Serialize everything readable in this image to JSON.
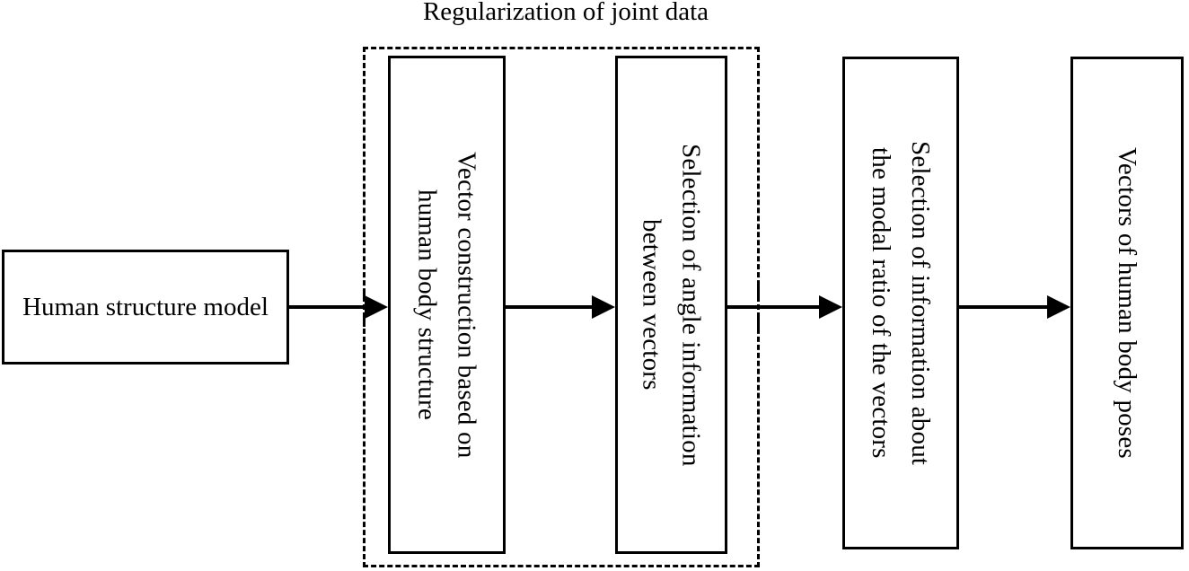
{
  "diagram": {
    "title": "",
    "group": {
      "label": "Regularization of joint data",
      "border_style": "dashed",
      "color": "#000000"
    },
    "colors": {
      "stroke": "#000000",
      "background": "#ffffff"
    },
    "nodes": [
      {
        "id": "human-structure-model",
        "label": "Human structure\nmodel",
        "orientation": "horizontal",
        "in_group": false
      },
      {
        "id": "vector-construction",
        "label": "Vector construction based on\nhuman body structure",
        "orientation": "vertical",
        "in_group": true
      },
      {
        "id": "angle-selection",
        "label": "Selection of angle  information\nbetween vectors",
        "orientation": "vertical",
        "in_group": true
      },
      {
        "id": "modal-ratio-selection",
        "label": "Selection of information about\nthe modal ratio of the vectors",
        "orientation": "vertical",
        "in_group": false
      },
      {
        "id": "output-vectors",
        "label": "Vectors of human body poses",
        "orientation": "vertical",
        "in_group": false
      }
    ],
    "edges": [
      {
        "id": "edge-1",
        "from": "human-structure-model",
        "to": "vector-construction",
        "style": "solid-arrow"
      },
      {
        "id": "edge-2",
        "from": "vector-construction",
        "to": "angle-selection",
        "style": "solid-arrow"
      },
      {
        "id": "edge-3",
        "from": "angle-selection",
        "to": "modal-ratio-selection",
        "style": "solid-arrow"
      },
      {
        "id": "edge-4",
        "from": "modal-ratio-selection",
        "to": "output-vectors",
        "style": "solid-arrow"
      }
    ]
  }
}
